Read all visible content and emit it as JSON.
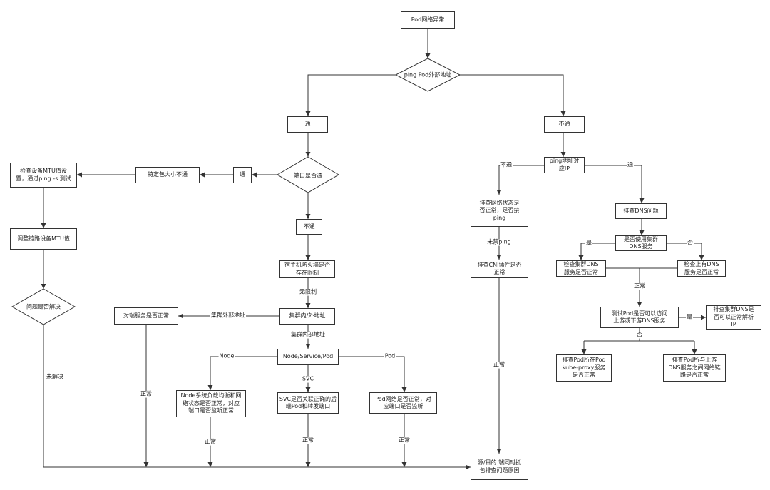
{
  "nodes": {
    "pod_network_issue": [
      "Pod网络异常"
    ],
    "ping_pod_external": [
      "ping Pod外部地址"
    ],
    "reachable": [
      "通"
    ],
    "unreachable": [
      "不通"
    ],
    "port_reachable": [
      "端口是否通"
    ],
    "port_ok": [
      "通"
    ],
    "packet_size_fail": [
      "特定包大小不通"
    ],
    "check_mtu": [
      "检查设备MTU值设",
      "置，通过ping -s 测试"
    ],
    "adjust_mtu": [
      "调整链路设备MTU值"
    ],
    "issue_resolved": [
      "问题是否解决"
    ],
    "port_fail": [
      "不通"
    ],
    "host_firewall": [
      "宿主机防火墙是否",
      "存在限制"
    ],
    "cluster_in_out": [
      "集群内/外地址"
    ],
    "peer_service": [
      "对端服务是否正常"
    ],
    "node_service_pod": [
      "Node/Service/Pod"
    ],
    "node_check": [
      "Node系统负载均衡和网",
      "络状态是否正常，对应",
      "端口是否监听正常"
    ],
    "svc_check": [
      "SVC是否关联正确的后",
      "端Pod和转发端口"
    ],
    "pod_check": [
      "Pod网络是否正常，对",
      "应端口是否监听"
    ],
    "capture": [
      "源/目的 端同时抓",
      "包排查问题原因"
    ],
    "ping_ip": [
      "ping地址对",
      "应IP"
    ],
    "network_status": [
      "排查网络状态是",
      "否正常，是否禁",
      "ping"
    ],
    "cni_check": [
      "排查CNI插件是否",
      "正常"
    ],
    "dns_issue": [
      "排查DNS问题"
    ],
    "use_cluster_dns": [
      "是否使用集群",
      "DNS服务"
    ],
    "cluster_dns_check": [
      "检查集群DNS",
      "服务是否正常"
    ],
    "upstream_dns_check": [
      "检查上有DNS",
      "服务是否正常"
    ],
    "test_pod_dns": [
      "测试Pod是否可以访问",
      "上游或下游DNS服务"
    ],
    "cluster_dns_resolve": [
      "排查集群DNS是",
      "否可以正常解析",
      "IP"
    ],
    "kube_proxy_check": [
      "排查Pod所在Pod",
      "kube-proxy服务",
      "是否正常"
    ],
    "upstream_link_check": [
      "排查Pod所与上游",
      "DNS服务之间网络链",
      "路是否正常"
    ]
  },
  "edge_labels": {
    "unresolved": "未解决",
    "no_restriction": "无限制",
    "external_address": "集群外部地址",
    "internal_address": "集群内部地址",
    "node": "Node",
    "svc": "SVC",
    "pod": "Pod",
    "peer_ok": "正常",
    "node_ok": "正常",
    "svc_ok": "正常",
    "pod_ok": "正常",
    "ip_unreachable": "不通",
    "ip_reachable": "通",
    "ping_not_blocked": "未禁ping",
    "cni_ok": "正常",
    "use_cluster_yes": "是",
    "use_cluster_no": "否",
    "dns_ok": "正常",
    "access_yes": "是",
    "access_no": "否"
  }
}
